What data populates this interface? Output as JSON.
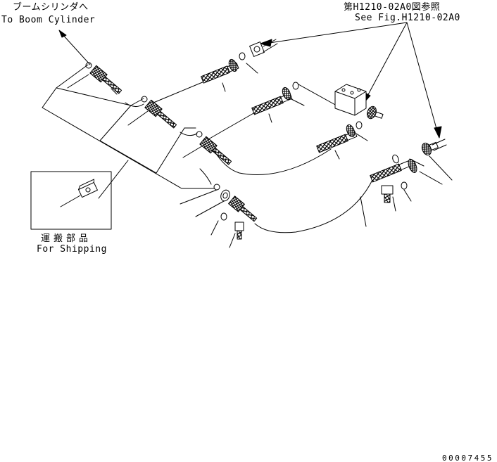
{
  "labels": {
    "to_boom_cylinder_jp": "ブームシリンダへ",
    "to_boom_cylinder_en": "To Boom Cylinder",
    "see_fig_jp": "第H1210-02A0図参照",
    "see_fig_en": "See Fig.H1210-02A0",
    "for_shipping_jp": "運搬部品",
    "for_shipping_en": "For Shipping",
    "document_number": "00007455"
  },
  "colors": {
    "ink": "#000000",
    "paper": "#ffffff"
  }
}
